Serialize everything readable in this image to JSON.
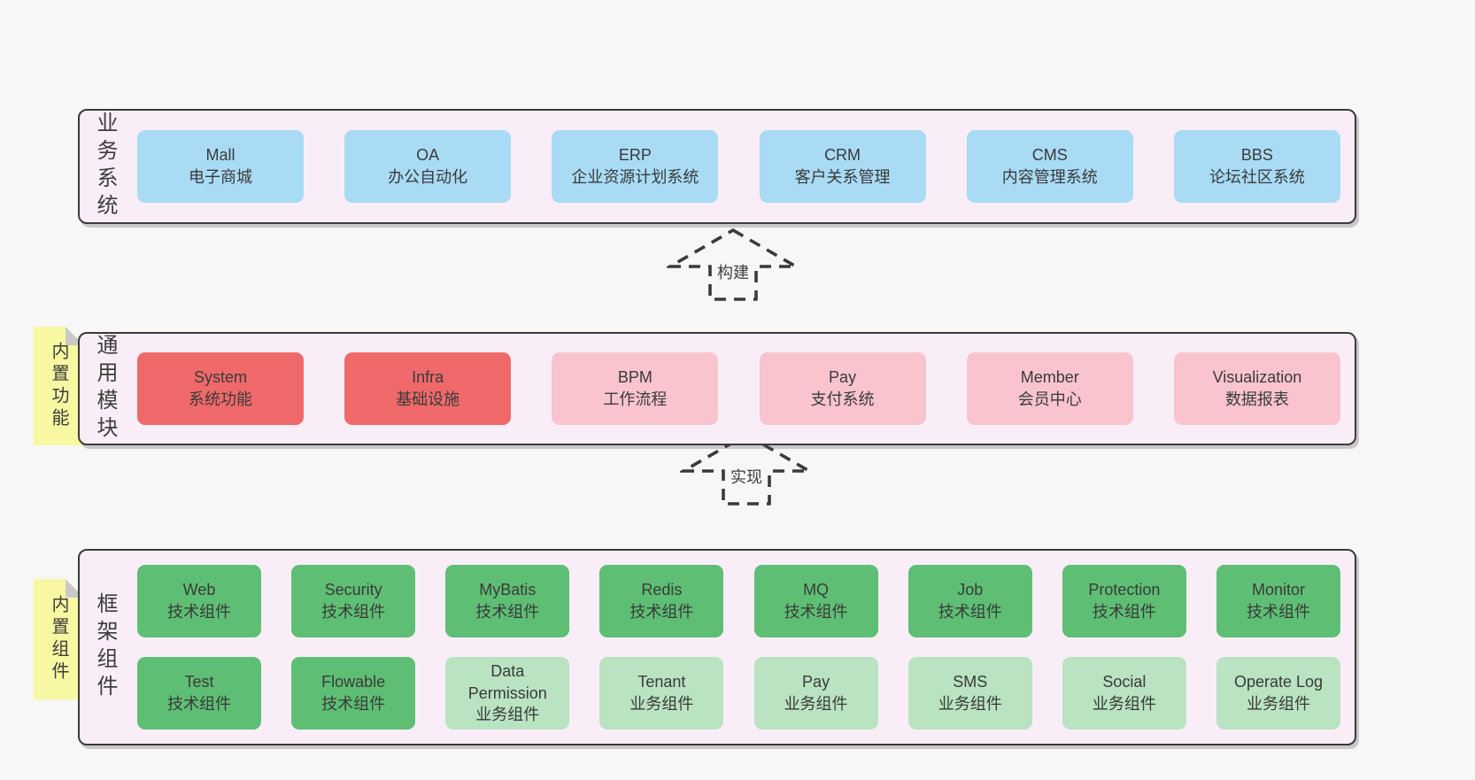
{
  "palette": {
    "page_bg": "#f7f7f7",
    "layer_bg": "#f9eef8",
    "layer_border": "#3b3b3b",
    "blue_box": "#a9dbf5",
    "red_box": "#f0696a",
    "pink_box": "#f9c4ce",
    "green_box": "#5ebf74",
    "lightgreen_box": "#b9e3c1",
    "note_bg": "#f7f8a1",
    "note_fold": "#c9c9c9",
    "text": "#3d3d3d"
  },
  "arrows": {
    "build": "构建",
    "implement": "实现"
  },
  "layers": {
    "business": {
      "label": "业务系统",
      "boxes": [
        {
          "en": "Mall",
          "zh": "电子商城"
        },
        {
          "en": "OA",
          "zh": "办公自动化"
        },
        {
          "en": "ERP",
          "zh": "企业资源计划系统"
        },
        {
          "en": "CRM",
          "zh": "客户关系管理"
        },
        {
          "en": "CMS",
          "zh": "内容管理系统"
        },
        {
          "en": "BBS",
          "zh": "论坛社区系统"
        }
      ]
    },
    "modules": {
      "label": "通用模块",
      "note": "内置功能",
      "boxes": [
        {
          "en": "System",
          "zh": "系统功能"
        },
        {
          "en": "Infra",
          "zh": "基础设施"
        },
        {
          "en": "BPM",
          "zh": "工作流程"
        },
        {
          "en": "Pay",
          "zh": "支付系统"
        },
        {
          "en": "Member",
          "zh": "会员中心"
        },
        {
          "en": "Visualization",
          "zh": "数据报表"
        }
      ]
    },
    "components": {
      "label": "框架组件",
      "note": "内置组件",
      "row1": [
        {
          "en": "Web",
          "zh": "技术组件"
        },
        {
          "en": "Security",
          "zh": "技术组件"
        },
        {
          "en": "MyBatis",
          "zh": "技术组件"
        },
        {
          "en": "Redis",
          "zh": "技术组件"
        },
        {
          "en": "MQ",
          "zh": "技术组件"
        },
        {
          "en": "Job",
          "zh": "技术组件"
        },
        {
          "en": "Protection",
          "zh": "技术组件"
        },
        {
          "en": "Monitor",
          "zh": "技术组件"
        }
      ],
      "row2": [
        {
          "en": "Test",
          "zh": "技术组件"
        },
        {
          "en": "Flowable",
          "zh": "技术组件"
        },
        {
          "en": "Data Permission",
          "zh": "业务组件"
        },
        {
          "en": "Tenant",
          "zh": "业务组件"
        },
        {
          "en": "Pay",
          "zh": "业务组件"
        },
        {
          "en": "SMS",
          "zh": "业务组件"
        },
        {
          "en": "Social",
          "zh": "业务组件"
        },
        {
          "en": "Operate Log",
          "zh": "业务组件"
        }
      ]
    }
  }
}
